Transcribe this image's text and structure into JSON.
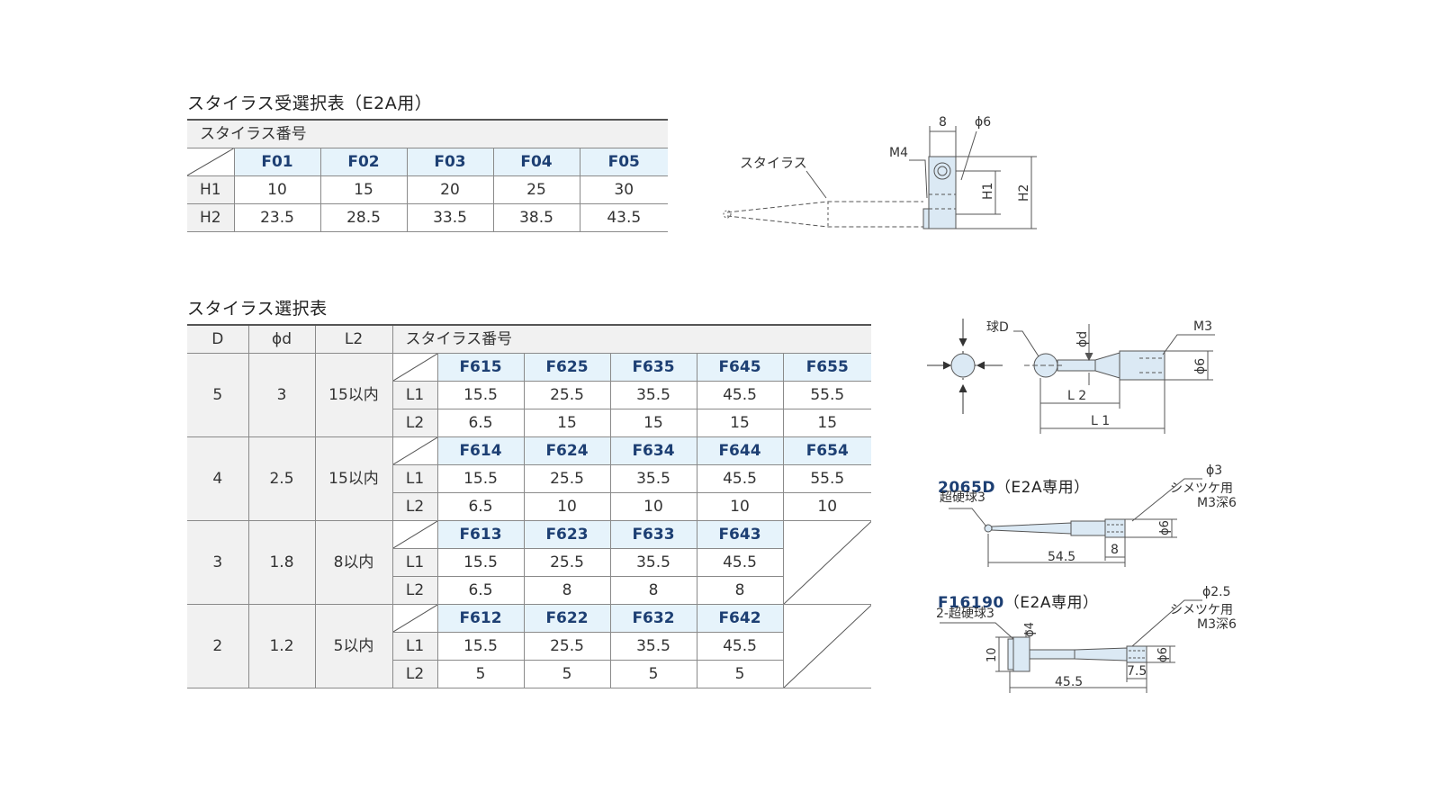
{
  "table1": {
    "title": "スタイラス受選択表（E2A用）",
    "header_label": "スタイラス番号",
    "codes": [
      "F01",
      "F02",
      "F03",
      "F04",
      "F05"
    ],
    "rows": [
      {
        "label": "H1",
        "values": [
          "10",
          "15",
          "20",
          "25",
          "30"
        ]
      },
      {
        "label": "H2",
        "values": [
          "23.5",
          "28.5",
          "33.5",
          "38.5",
          "43.5"
        ]
      }
    ]
  },
  "diagram1": {
    "stylus_label": "スタイラス",
    "m4": "M4",
    "dim_8": "8",
    "phi6": "ϕ6",
    "h1": "H1",
    "h2": "H2"
  },
  "table2": {
    "title": "スタイラス選択表",
    "col_d": "D",
    "col_phid": "ϕd",
    "col_l2": "L2",
    "header_label": "スタイラス番号",
    "groups": [
      {
        "d": "5",
        "phid": "3",
        "l2": "15以内",
        "codes": [
          "F615",
          "F625",
          "F635",
          "F645",
          "F655"
        ],
        "l1_label": "L1",
        "l1": [
          "15.5",
          "25.5",
          "35.5",
          "45.5",
          "55.5"
        ],
        "l2_label": "L2",
        "l2v": [
          "6.5",
          "15",
          "15",
          "15",
          "15"
        ]
      },
      {
        "d": "4",
        "phid": "2.5",
        "l2": "15以内",
        "codes": [
          "F614",
          "F624",
          "F634",
          "F644",
          "F654"
        ],
        "l1_label": "L1",
        "l1": [
          "15.5",
          "25.5",
          "35.5",
          "45.5",
          "55.5"
        ],
        "l2_label": "L2",
        "l2v": [
          "6.5",
          "10",
          "10",
          "10",
          "10"
        ]
      },
      {
        "d": "3",
        "phid": "1.8",
        "l2": "8以内",
        "codes": [
          "F613",
          "F623",
          "F633",
          "F643"
        ],
        "l1_label": "L1",
        "l1": [
          "15.5",
          "25.5",
          "35.5",
          "45.5"
        ],
        "l2_label": "L2",
        "l2v": [
          "6.5",
          "8",
          "8",
          "8"
        ]
      },
      {
        "d": "2",
        "phid": "1.2",
        "l2": "5以内",
        "codes": [
          "F612",
          "F622",
          "F632",
          "F642"
        ],
        "l1_label": "L1",
        "l1": [
          "15.5",
          "25.5",
          "35.5",
          "45.5"
        ],
        "l2_label": "L2",
        "l2v": [
          "5",
          "5",
          "5",
          "5"
        ]
      }
    ]
  },
  "diagram2": {
    "ball_label": "球D",
    "phid": "ϕd",
    "m3": "M3",
    "phi6": "ϕ6",
    "l2": "L 2",
    "l1": "L 1"
  },
  "diagram3": {
    "title_code": "2065D",
    "title_suffix": "（E2A専用）",
    "ball": "超硬球3",
    "phi3": "ϕ3",
    "note1": "シメツケ用",
    "note2": "M3深6",
    "phi6": "ϕ6",
    "dim_total": "54.5",
    "dim_8": "8"
  },
  "diagram4": {
    "title_code": "F16190",
    "title_suffix": "（E2A専用）",
    "ball": "2-超硬球3",
    "phi25": "ϕ2.5",
    "note1": "シメツケ用",
    "note2": "M3深6",
    "phi4": "ϕ4",
    "dim_10": "10",
    "phi6": "ϕ6",
    "dim_total": "45.5",
    "dim_75": "7.5"
  },
  "colors": {
    "code_bg": "#e6f3fb",
    "code_text": "#1d3f73",
    "header_bg": "#f1f1f1",
    "part_fill": "#dbe9f4"
  }
}
